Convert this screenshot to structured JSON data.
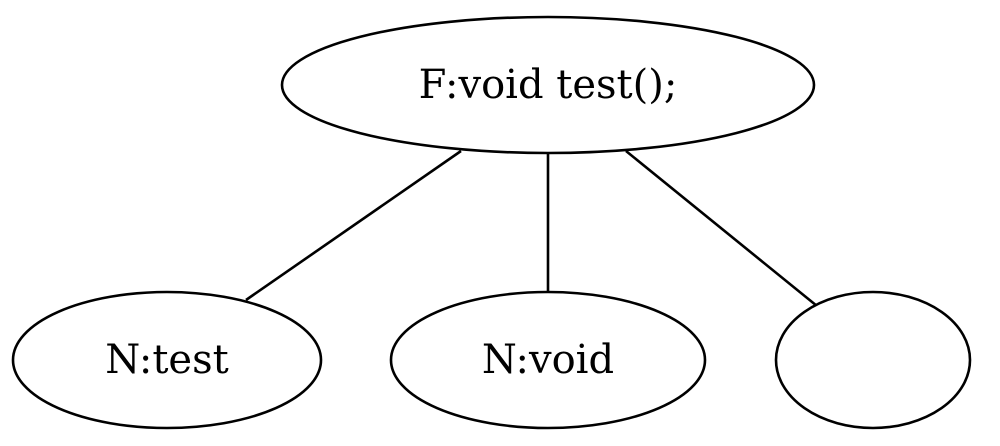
{
  "diagram": {
    "type": "tree",
    "nodes": [
      {
        "id": "root",
        "label": "F:void test();"
      },
      {
        "id": "n1",
        "label": "N:test"
      },
      {
        "id": "n2",
        "label": "N:void"
      },
      {
        "id": "n3",
        "label": ""
      }
    ],
    "edges": [
      {
        "from": "root",
        "to": "n1"
      },
      {
        "from": "root",
        "to": "n2"
      },
      {
        "from": "root",
        "to": "n3"
      }
    ],
    "colors": {
      "stroke": "#000000",
      "fill": "#ffffff",
      "text": "#000000"
    }
  }
}
